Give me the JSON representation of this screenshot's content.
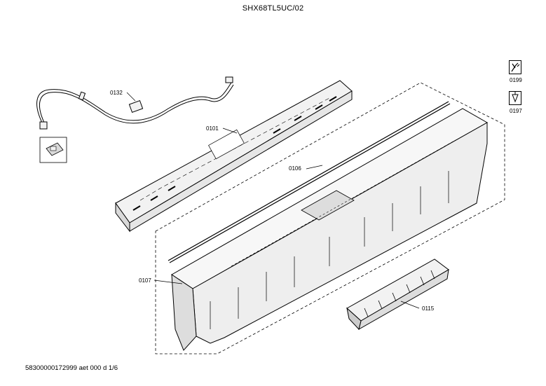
{
  "header": {
    "title": "SHX68TL5UC/02"
  },
  "footer": {
    "doc_id": "58300000172999 aet 000 d 1/6"
  },
  "parts": {
    "p0132": "0132",
    "p0101": "0101",
    "p0106": "0106",
    "p0107": "0107",
    "p0115": "0115"
  },
  "side_icons": [
    {
      "icon": "screwdriver-wrench-icon",
      "label": "0199"
    },
    {
      "icon": "lubricant-drop-icon",
      "label": "0197"
    }
  ],
  "colors": {
    "line": "#000000",
    "part_fill": "#f2f2f2",
    "part_shade": "#d9d9d9"
  }
}
